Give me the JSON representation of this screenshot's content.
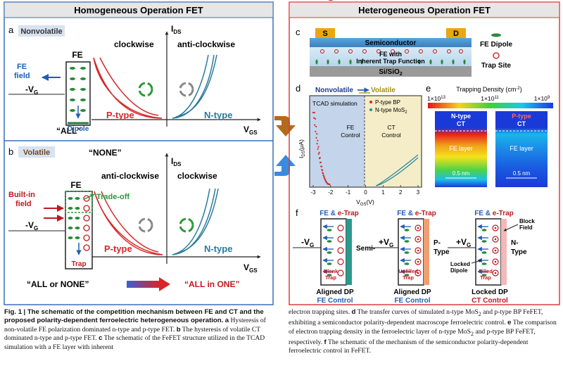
{
  "panel_left": {
    "title": "Homogeneous Operation FET",
    "a": {
      "letter": "a",
      "tag": "Nonvolatile",
      "ids": "I",
      "ids_sub": "DS",
      "vgs": "V",
      "vgs_sub": "GS",
      "clockwise": "clockwise",
      "anticlockwise": "anti-clockwise",
      "fe": "FE",
      "fe_field": "FE field",
      "fe_field_1": "FE",
      "fe_field_2": "field",
      "neg_vg": "-V",
      "neg_vg_sub": "G",
      "dipole": "Dipole",
      "ptype": "P-type",
      "ntype": "N-type",
      "all": "“ALL”"
    },
    "b": {
      "letter": "b",
      "tag": "Volatile",
      "none": "“NONE”",
      "ids": "I",
      "ids_sub": "DS",
      "vgs": "V",
      "vgs_sub": "GS",
      "anticlockwise": "anti-clockwise",
      "clockwise": "clockwise",
      "fe": "FE",
      "tradeoff": "Trade-off",
      "builtin_1": "Built-in",
      "builtin_2": "field",
      "neg_vg": "-V",
      "neg_vg_sub": "G",
      "trap": "Trap",
      "ptype": "P-type",
      "ntype": "N-type",
      "all_or_none": "“ALL or NONE”",
      "all_in_one": "“ALL in ONE”"
    }
  },
  "panel_right": {
    "title": "Heterogeneous Operation FET",
    "c": {
      "letter": "c",
      "s": "S",
      "d": "D",
      "semiconductor": "Semiconductor",
      "fe_with_1": "FE with",
      "fe_with_2": "Inherent Trap Function",
      "si": "Si/SiO",
      "si_sub": "2",
      "legend_dipole": "FE Dipole",
      "legend_trap": "Trap Site"
    },
    "d": {
      "letter": "d",
      "nonvolatile": "Nonvolatile",
      "volatile": "Volatile",
      "tcad": "TCAD simulation",
      "fe_control_1": "FE",
      "fe_control_2": "Control",
      "ct_control_1": "CT",
      "ct_control_2": "Control",
      "legend_p": "P-type BP",
      "legend_n": "N-type MoS",
      "legend_n_sub": "2",
      "ylabel": "I",
      "ylabel_sub": "DS",
      "ylabel_unit": "(μA)",
      "xlabel": "V",
      "xlabel_sub": "GS",
      "xlabel_unit": "(V)",
      "xticks": [
        "-3",
        "-2",
        "-1",
        "0",
        "1",
        "2",
        "3"
      ]
    },
    "e": {
      "letter": "e",
      "title": "Trapping Density (cm",
      "title_sup": "-2",
      "title_end": ")",
      "scale": [
        "1×10",
        "1×10",
        "1×10"
      ],
      "scale_sup": [
        "13",
        "11",
        "9"
      ],
      "ntype_1": "N-type",
      "ntype_2": "CT",
      "ptype_1": "P-type",
      "ptype_2": "CT",
      "fe_layer": "FE layer",
      "nm": "0.5 nm"
    },
    "f": {
      "letter": "f",
      "items": [
        {
          "head_fe": "FE & ",
          "head_trap": "e-Trap",
          "vg": "-V",
          "vg_sub": "G",
          "side": "Semi-",
          "side2": "",
          "trap_label_1": "Blank",
          "trap_label_2": "Trap",
          "dp": "Aligned DP",
          "ctrl": "FE Control"
        },
        {
          "head_fe": "FE & ",
          "head_trap": "e-Trap",
          "vg": "+V",
          "vg_sub": "G",
          "side": "P-",
          "side2": "Type",
          "trap_label_1": "Unfilled",
          "trap_label_2": "Trap",
          "dp": "Aligned DP",
          "ctrl": "FE Control"
        },
        {
          "head_fe": "FE & ",
          "head_trap": "e-Trap",
          "vg": "+V",
          "vg_sub": "G",
          "side": "N-",
          "side2": "Type",
          "trap_label_1": "Filled",
          "trap_label_2": "Trap",
          "dp": "Locked DP",
          "ctrl": "CT Control",
          "block_1": "Block",
          "block_2": "Field",
          "locked_1": "Locked",
          "locked_2": "Dipole"
        }
      ]
    }
  },
  "caption": {
    "fig": "Fig. 1",
    "bold_title": "| The schematic of the competition mechanism between FE and CT and the proposed polarity-dependent ferroelectric heterogeneous operation.",
    "a_letter": "a",
    "a_text": "Hysteresis of non-volatile FE polarization dominated n-type and p-type FET.",
    "b_letter": "b",
    "b_text": "The hysteresis of volatile CT dominated n-type and p-type FET.",
    "c_letter": "c",
    "c_text": "The schematic of the FeFET structure utilized in the TCAD simulation with a FE layer with inherent",
    "right_1": "electron trapping sites.",
    "d_letter": "d",
    "d_text_1": "The transfer curves of simulated n-type MoS",
    "d_sub": "2",
    "d_text_2": " and p-type BP FeFET, exhibiting a semiconductor polarity-dependent macroscope ferroelectric control.",
    "e_letter": "e",
    "e_text_1": "The comparison of electron trapping density in the ferroelectric layer of n-type MoS",
    "e_sub": "2",
    "e_text_2": " and p-type BP FeFET, respectively.",
    "f_letter": "f",
    "f_text": "The schematic of the mechanism of the semiconductor polarity-dependent ferroelectric control in FeFET."
  },
  "colors": {
    "left_border": "#3a6fb7",
    "right_border": "#e03a3a",
    "ptype": "#d42a2a",
    "ntype": "#2a7a9e",
    "blue_text": "#1e5fb4",
    "red_text": "#c0181d"
  }
}
